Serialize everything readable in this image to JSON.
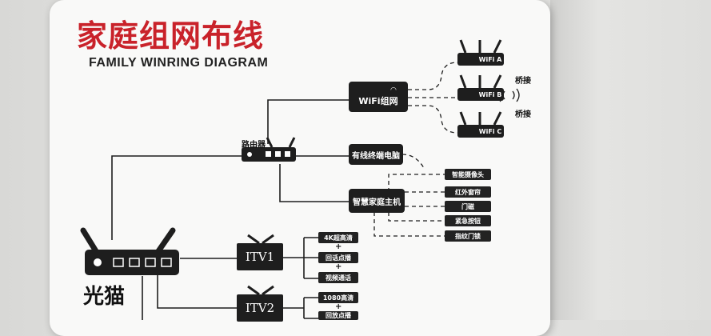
{
  "title_cn": "家庭组网布线",
  "title_en": "FAMILY WINRING DIAGRAM",
  "modem": {
    "label": "光猫"
  },
  "router": {
    "label": "路由器"
  },
  "wifi_mesh": {
    "label": "WiFi组网"
  },
  "wifi_routers": [
    {
      "tag": "WiFi A"
    },
    {
      "tag": "WiFi B"
    },
    {
      "tag": "WiFi C"
    }
  ],
  "bridge_labels": [
    "桥接",
    "桥接"
  ],
  "wired_terminal": {
    "label": "有线终端电脑"
  },
  "smart_home": {
    "label": "智慧家庭主机",
    "devices": [
      "智能摄像头",
      "红外窗帘",
      "门磁",
      "紧急按钮",
      "指纹门锁"
    ]
  },
  "itv1": {
    "label": "ITV1",
    "features": [
      "4K超高清",
      "回话点播",
      "视频通话"
    ],
    "plus": [
      "+",
      "+"
    ]
  },
  "itv2": {
    "label": "ITV2",
    "features": [
      "1080高清",
      "回放点播"
    ],
    "plus": [
      "+"
    ]
  },
  "colors": {
    "title_red": "#c9222a",
    "box_dark": "#1e1e1e",
    "board": "#f9f9f8"
  }
}
